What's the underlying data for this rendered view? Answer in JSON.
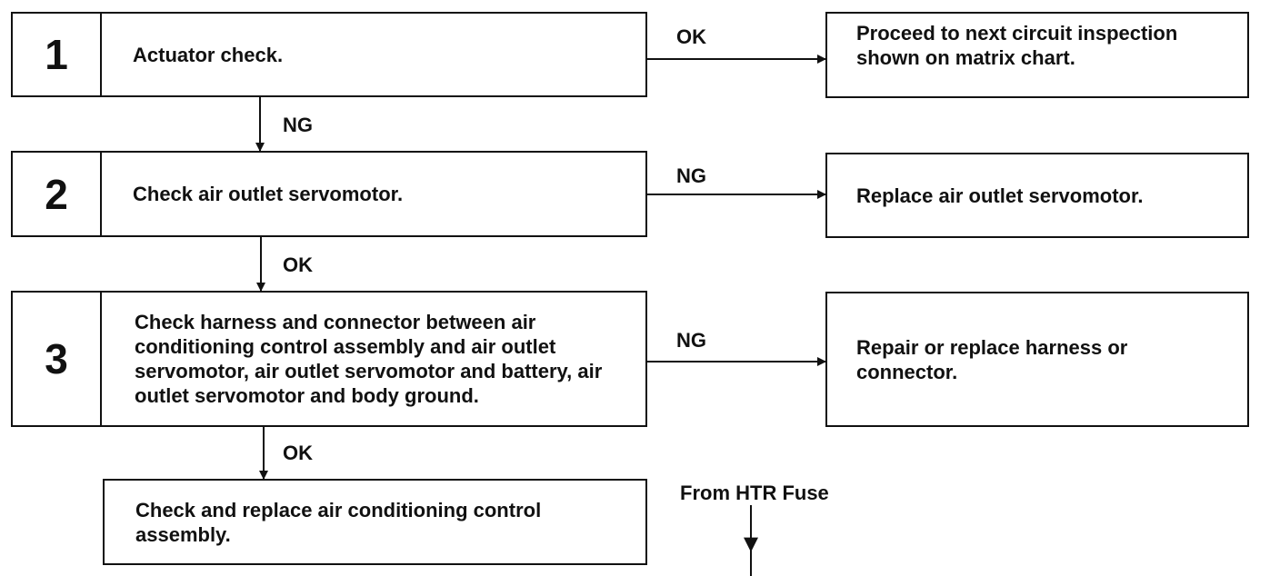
{
  "steps": [
    {
      "number": "1",
      "text": "Actuator check."
    },
    {
      "number": "2",
      "text": "Check air outlet servomotor."
    },
    {
      "number": "3",
      "text": "Check harness and connector between air conditioning control assembly and air outlet servomotor, air outlet servomotor and battery, air outlet servomotor and body ground."
    }
  ],
  "results": [
    {
      "text": "Proceed to next circuit inspection shown on matrix chart."
    },
    {
      "text": "Replace air outlet servomotor."
    },
    {
      "text": "Repair or replace harness or connector."
    }
  ],
  "final_box": {
    "text": "Check and replace air conditioning control assembly."
  },
  "branch_labels": {
    "step1_right": "OK",
    "step1_down": "NG",
    "step2_right": "NG",
    "step2_down": "OK",
    "step3_right": "NG",
    "step3_down": "OK"
  },
  "source_label": "From HTR Fuse"
}
